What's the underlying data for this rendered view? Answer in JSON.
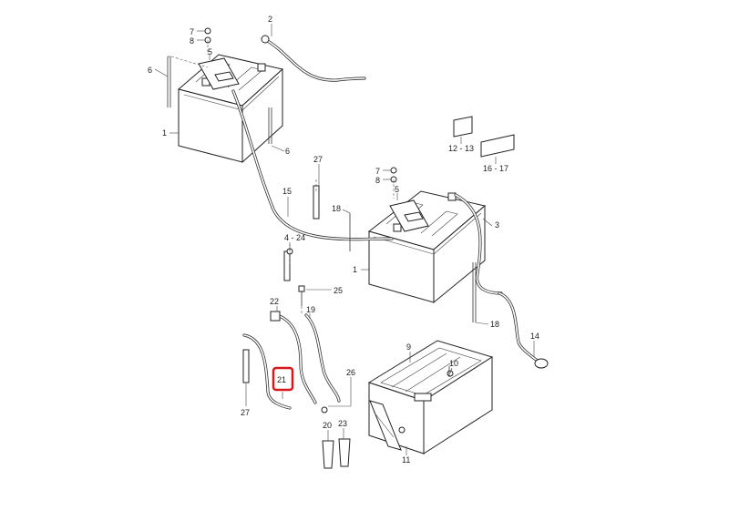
{
  "labels": {
    "p1a": "1",
    "p1b": "1",
    "p2": "2",
    "p3": "3",
    "p5a": "5",
    "p5b": "5",
    "p6a": "6",
    "p6b": "6",
    "p7a": "7",
    "p7b": "7",
    "p8a": "8",
    "p8b": "8",
    "p9": "9",
    "p10": "10",
    "p11": "11",
    "p12_13": "12 - 13",
    "p14": "14",
    "p15": "15",
    "p16_17": "16 - 17",
    "p18a": "18",
    "p18b": "18",
    "p19": "19",
    "p20": "20",
    "p21": "21",
    "p22": "22",
    "p23": "23",
    "p4_24": "4 - 24",
    "p25": "25",
    "p26": "26",
    "p27a": "27",
    "p27b": "27"
  },
  "highlight": {
    "label": "21",
    "color": "#d6161b"
  }
}
